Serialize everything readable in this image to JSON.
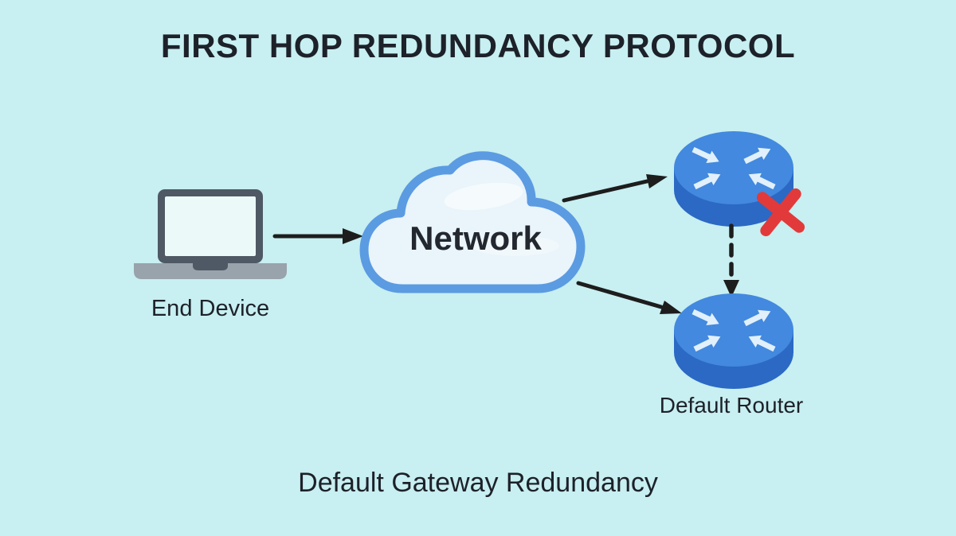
{
  "title": "FIRST HOP REDUNDANCY PROTOCOL",
  "caption": "Default Gateway Redundancy",
  "nodes": {
    "end_device": {
      "label": "End Device",
      "icon": "laptop-icon"
    },
    "network": {
      "label": "Network",
      "icon": "cloud-icon"
    },
    "failed_router": {
      "label": "",
      "icon": "router-icon",
      "status": "failed",
      "status_icon": "red-x-icon"
    },
    "default_router": {
      "label": "Default Router",
      "icon": "router-icon"
    }
  },
  "connections": [
    {
      "from": "end_device",
      "to": "network",
      "style": "solid-arrow"
    },
    {
      "from": "network",
      "to": "failed_router",
      "style": "solid-arrow"
    },
    {
      "from": "network",
      "to": "default_router",
      "style": "solid-arrow"
    },
    {
      "from": "failed_router",
      "to": "default_router",
      "style": "dashed-arrow"
    }
  ],
  "colors": {
    "bg": "#c8eff1",
    "ink": "#1d2129",
    "arrow": "#1d1d1d",
    "cloud-stroke": "#5b9be2",
    "cloud-fill": "#e9f4fb",
    "router-top": "#4289df",
    "router-side": "#2b69c4",
    "router-glyph": "#e1f0fa",
    "fail-red": "#e23a3a",
    "laptop-frame": "#4e5965",
    "laptop-base": "#99a3ab",
    "laptop-screen": "#ecf9f9"
  }
}
